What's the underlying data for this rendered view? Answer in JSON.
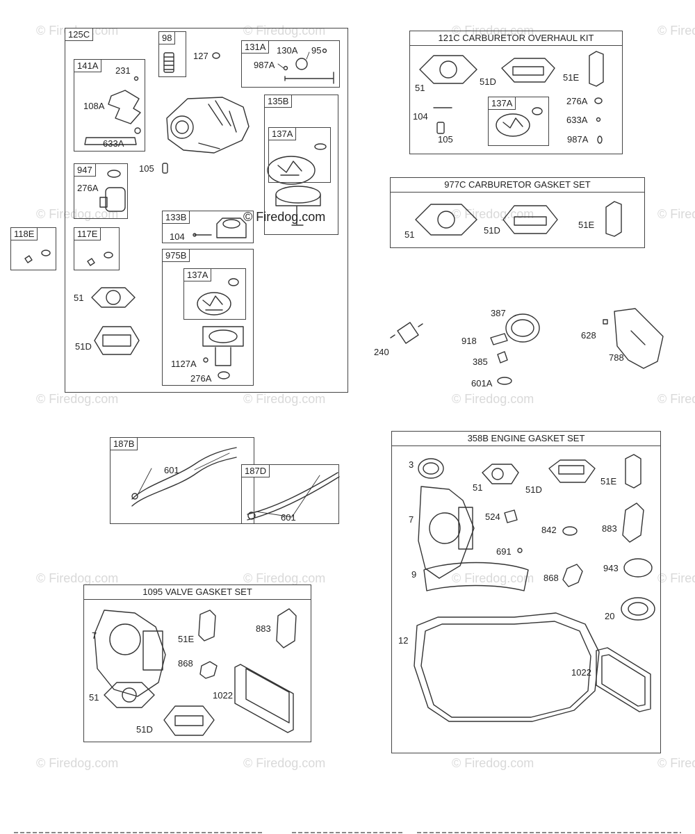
{
  "watermark": "© Firedog.com",
  "center_watermark": "© Firedog.com",
  "kits": {
    "k121c": "121C CARBURETOR OVERHAUL KIT",
    "k977c": "977C CARBURETOR GASKET SET",
    "k358b": "358B ENGINE GASKET SET",
    "k1095": "1095 VALVE GASKET SET"
  },
  "boxes": {
    "b125c": "125C",
    "b98": "98",
    "b131a": "131A",
    "b141a": "141A",
    "b135b": "135B",
    "b137a_1": "137A",
    "b947": "947",
    "b118e": "118E",
    "b117e": "117E",
    "b133b": "133B",
    "b975b": "975B",
    "b137a_2": "137A",
    "b137a_3": "137A",
    "b187b": "187B",
    "b187d": "187D"
  },
  "labels": {
    "l127": "127",
    "l130a": "130A",
    "l95": "95",
    "l987a_1": "987A",
    "l231": "231",
    "l108a": "108A",
    "l633a_1": "633A",
    "l276a_1": "276A",
    "l105_1": "105",
    "l104_1": "104",
    "l51_1": "51",
    "l51d_1": "51D",
    "l1127a": "1127A",
    "l276a_2": "276A",
    "l51_2": "51",
    "l51d_2": "51D",
    "l51e_1": "51E",
    "l104_2": "104",
    "l105_2": "105",
    "l276a_3": "276A",
    "l633a_2": "633A",
    "l987a_2": "987A",
    "l51_3": "51",
    "l51d_3": "51D",
    "l51e_2": "51E",
    "l387": "387",
    "l240": "240",
    "l918": "918",
    "l385": "385",
    "l601a": "601A",
    "l628": "628",
    "l788": "788",
    "l601_1": "601",
    "l601_2": "601",
    "l3": "3",
    "l51_4": "51",
    "l51d_4": "51D",
    "l51e_3": "51E",
    "l7_1": "7",
    "l524": "524",
    "l842": "842",
    "l883_1": "883",
    "l691": "691",
    "l9": "9",
    "l868_1": "868",
    "l943": "943",
    "l20": "20",
    "l12": "12",
    "l1022_1": "1022",
    "l7_2": "7",
    "l51e_4": "51E",
    "l883_2": "883",
    "l868_2": "868",
    "l1022_2": "1022",
    "l51_5": "51",
    "l51d_5": "51D"
  }
}
